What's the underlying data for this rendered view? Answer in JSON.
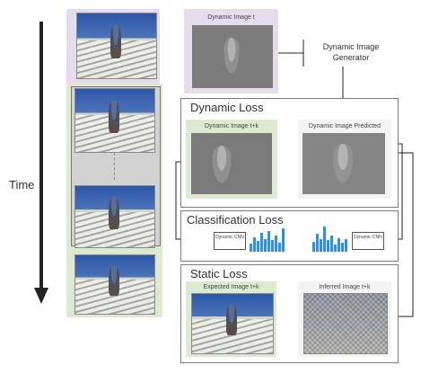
{
  "labels": {
    "time": "Time",
    "dynamic_image_t": "Dynamic Image t",
    "generator": "Dynamic Image Generator",
    "dynamic_loss": "Dynamic Loss",
    "dynamic_image_tk": "Dynamic Image t+k",
    "dynamic_image_predicted": "Dynamic Image Predicted",
    "classification_loss": "Classification Loss",
    "dynamic_cnn_left": "Dynamic CNN",
    "dynamic_cnn_right": "Dynamic CNN",
    "static_loss": "Static Loss",
    "expected_image": "Expected Image t+k",
    "inferred_image": "Inferred Image t+k"
  },
  "colors": {
    "purple": "#e7dcec",
    "green": "#dcebd0",
    "bars": "#2f8fe0",
    "arrow": "#222222"
  },
  "histogram_left": [
    0.35,
    0.6,
    0.45,
    0.8,
    0.55,
    0.9,
    0.5,
    0.7,
    0.4,
    1.0
  ],
  "histogram_right": [
    0.4,
    0.7,
    0.5,
    1.0,
    0.45,
    0.65,
    0.3,
    0.55,
    0.35,
    0.5
  ]
}
